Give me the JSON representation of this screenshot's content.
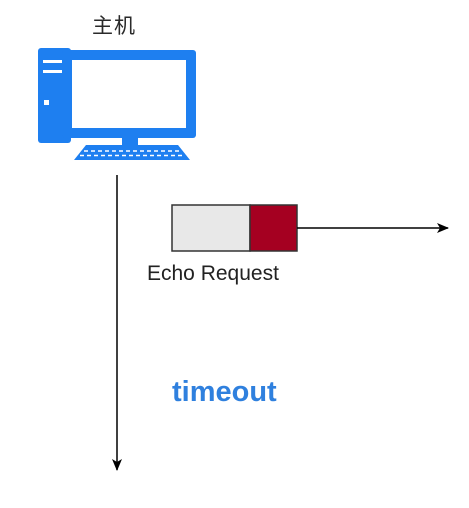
{
  "host": {
    "label": "主机",
    "icon": "desktop-computer-icon"
  },
  "packet": {
    "label": "Echo Request",
    "body_color": "#e8e8e8",
    "tail_color": "#a50021"
  },
  "timeout": {
    "label": "timeout",
    "color": "#2f80de"
  },
  "colors": {
    "computer_blue": "#1e7ff0",
    "line": "#000000"
  }
}
